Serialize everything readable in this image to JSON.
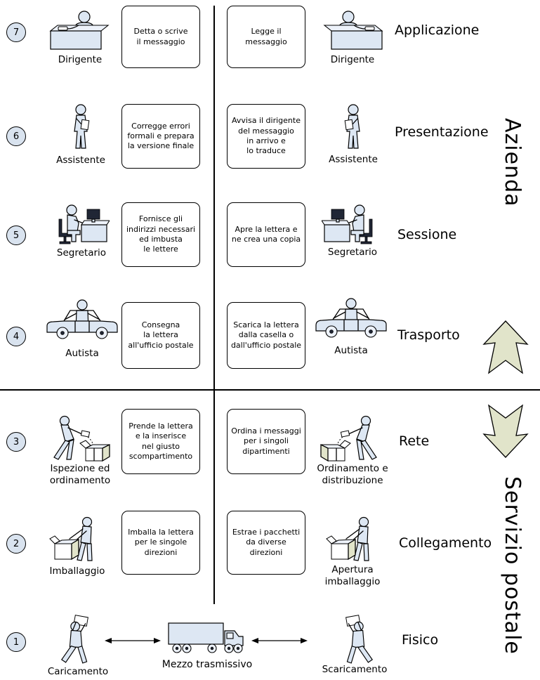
{
  "side_labels": {
    "company": "Azienda",
    "postal": "Servizio postale"
  },
  "rows": [
    {
      "number": "7",
      "layer": "Applicazione",
      "left_actor": "Dirigente",
      "right_actor": "Dirigente",
      "left_icon": "manager-at-desk",
      "right_icon": "manager-at-desk",
      "left_text": "Detta o scrive\nil messaggio",
      "right_text": "Legge il\nmessaggio"
    },
    {
      "number": "6",
      "layer": "Presentazione",
      "left_actor": "Assistente",
      "right_actor": "Assistente",
      "left_icon": "assistant-standing",
      "right_icon": "assistant-standing",
      "left_text": "Corregge errori\nformali e prepara\nla versione finale",
      "right_text": "Avvisa il dirigente\ndel messaggio\nin arrivo e\nlo traduce"
    },
    {
      "number": "5",
      "layer": "Sessione",
      "left_actor": "Segretario",
      "right_actor": "Segretario",
      "left_icon": "secretary-at-computer",
      "right_icon": "secretary-at-computer",
      "left_text": "Fornisce gli\nindirizzi necessari\ned imbusta\nle lettere",
      "right_text": "Apre la lettera e\nne crea una copia"
    },
    {
      "number": "4",
      "layer": "Trasporto",
      "left_actor": "Autista",
      "right_actor": "Autista",
      "left_icon": "driver-with-car",
      "right_icon": "driver-with-car",
      "left_text": "Consegna\nla lettera\nall'ufficio postale",
      "right_text": "Scarica la lettera\ndalla casella o\ndall'ufficio postale"
    },
    {
      "number": "3",
      "layer": "Rete",
      "left_actor": "Ispezione ed\nordinamento",
      "right_actor": "Ordinamento e\ndistribuzione",
      "left_icon": "sorting-into-box",
      "right_icon": "sorting-into-box",
      "left_text": "Prende la lettera\ne la inserisce\nnel giusto\nscompartimento",
      "right_text": "Ordina i messaggi\nper i singoli\ndipartimenti"
    },
    {
      "number": "2",
      "layer": "Collegamento",
      "left_actor": "Imballaggio",
      "right_actor": "Apertura\nimballaggio",
      "left_icon": "packing-box",
      "right_icon": "packing-box",
      "left_text": "Imballa la lettera\nper le singole\ndirezioni",
      "right_text": "Estrae i pacchetti\nda diverse\ndirezioni"
    },
    {
      "number": "1",
      "layer": "Fisico",
      "left_actor": "Caricamento",
      "right_actor": "Scaricamento",
      "left_icon": "carrier-walking",
      "right_icon": "carrier-walking",
      "middle_icon": "truck",
      "middle_label": "Mezzo trasmissivo"
    }
  ],
  "colors": {
    "figure_fill": "#dde7f3",
    "circle_fill": "#d9e3ef",
    "arrow_fill": "#e1e4ca"
  }
}
